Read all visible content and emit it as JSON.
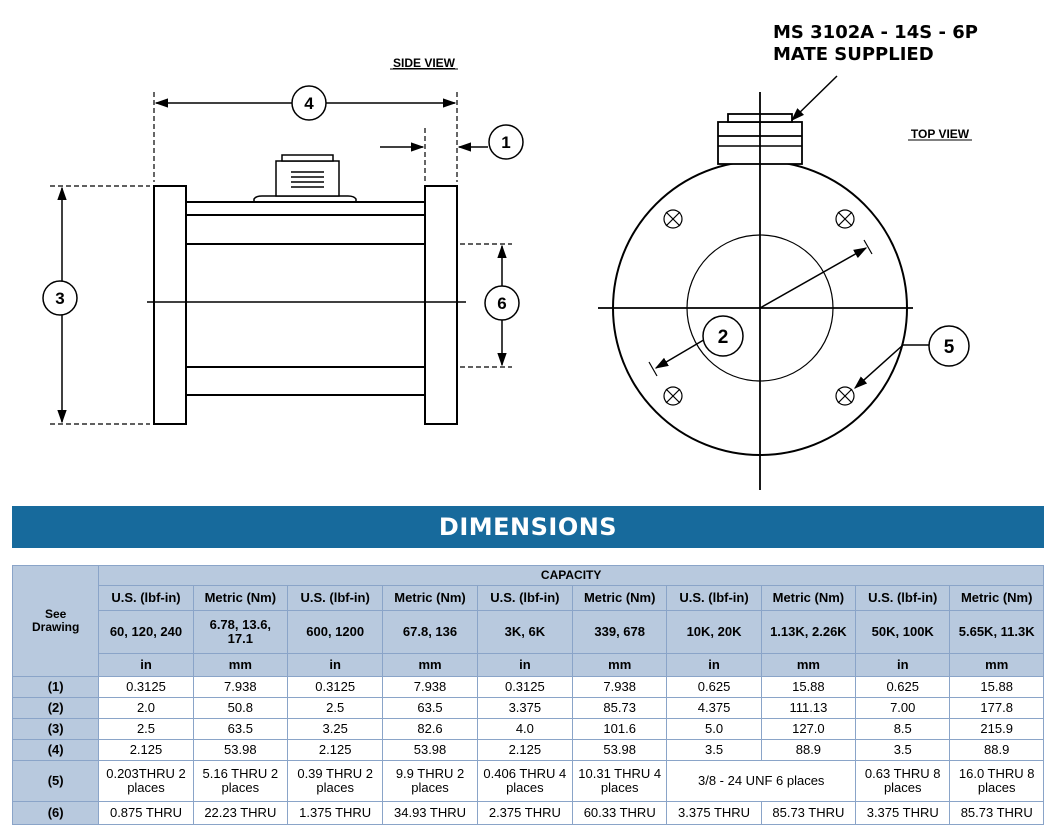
{
  "drawing": {
    "side_view_label": "SIDE VIEW",
    "top_view_label": "TOP VIEW",
    "connector_line1": "MS 3102A - 14S - 6P",
    "connector_line2": "MATE SUPPLIED",
    "callouts": [
      "1",
      "2",
      "3",
      "4",
      "5",
      "6"
    ]
  },
  "dimensions_title": "DIMENSIONS",
  "table": {
    "see_drawing": [
      "See",
      "Drawing"
    ],
    "capacity_label": "CAPACITY",
    "unit_headers": [
      "U.S. (lbf-in)",
      "Metric (Nm)",
      "U.S. (lbf-in)",
      "Metric (Nm)",
      "U.S. (lbf-in)",
      "Metric (Nm)",
      "U.S. (lbf-in)",
      "Metric (Nm)",
      "U.S. (lbf-in)",
      "Metric (Nm)"
    ],
    "capacity_ranges": [
      "60, 120, 240",
      "6.78, 13.6, 17.1",
      "600, 1200",
      "67.8, 136",
      "3K, 6K",
      "339, 678",
      "10K, 20K",
      "1.13K, 2.26K",
      "50K, 100K",
      "5.65K, 11.3K"
    ],
    "units": [
      "in",
      "mm",
      "in",
      "mm",
      "in",
      "mm",
      "in",
      "mm",
      "in",
      "mm"
    ],
    "rows": [
      {
        "label": "(1)",
        "cells": [
          "0.3125",
          "7.938",
          "0.3125",
          "7.938",
          "0.3125",
          "7.938",
          "0.625",
          "15.88",
          "0.625",
          "15.88"
        ]
      },
      {
        "label": "(2)",
        "cells": [
          "2.0",
          "50.8",
          "2.5",
          "63.5",
          "3.375",
          "85.73",
          "4.375",
          "111.13",
          "7.00",
          "177.8"
        ]
      },
      {
        "label": "(3)",
        "cells": [
          "2.5",
          "63.5",
          "3.25",
          "82.6",
          "4.0",
          "101.6",
          "5.0",
          "127.0",
          "8.5",
          "215.9"
        ]
      },
      {
        "label": "(4)",
        "cells": [
          "2.125",
          "53.98",
          "2.125",
          "53.98",
          "2.125",
          "53.98",
          "3.5",
          "88.9",
          "3.5",
          "88.9"
        ]
      },
      {
        "label": "(5)",
        "cells": [
          "0.203THRU 2 places",
          "5.16 THRU 2 places",
          "0.39 THRU 2 places",
          "9.9 THRU 2 places",
          "0.406 THRU 4 places",
          "10.31 THRU 4 places",
          "3/8 - 24 UNF 6 places",
          "16.0 THRU 8 places",
          "0.63 THRU 8 places"
        ]
      },
      {
        "label": "(6)",
        "cells": [
          "0.875 THRU",
          "22.23 THRU",
          "1.375 THRU",
          "34.93 THRU",
          "2.375 THRU",
          "60.33 THRU",
          "3.375 THRU",
          "85.73 THRU",
          "3.375 THRU",
          "85.73 THRU"
        ]
      }
    ]
  }
}
